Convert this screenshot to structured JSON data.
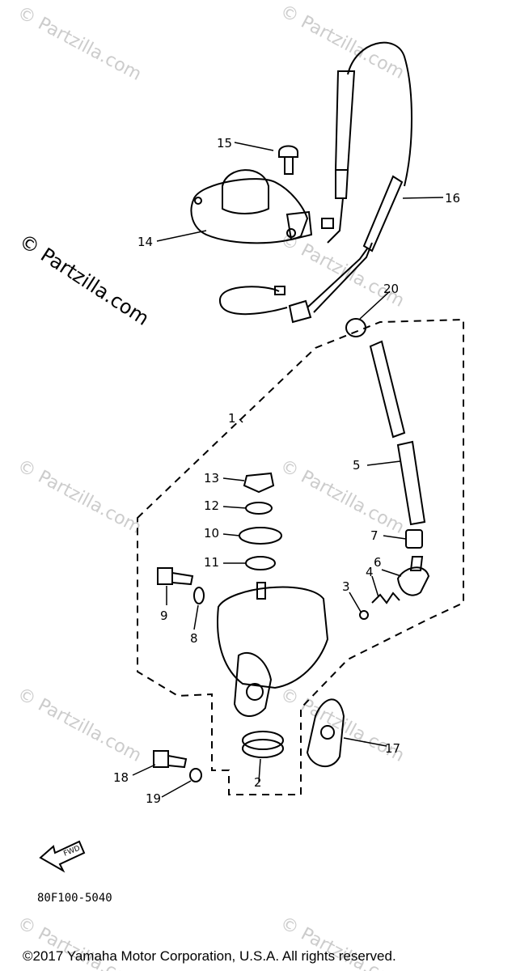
{
  "labels": {
    "p1": "1",
    "p2": "2",
    "p3": "3",
    "p4": "4",
    "p5": "5",
    "p6": "6",
    "p7": "7",
    "p8": "8",
    "p9": "9",
    "p10": "10",
    "p11": "11",
    "p12": "12",
    "p13": "13",
    "p14": "14",
    "p15": "15",
    "p16": "16",
    "p17": "17",
    "p18": "18",
    "p19": "19",
    "p20": "20"
  },
  "arrow_text": "FWD",
  "part_number": "80F100-5040",
  "watermark_main": "© Partzilla.com",
  "watermark_faint": "© Partzilla.com",
  "copyright": "©2017  Yamaha Motor Corporation, U.S.A. All rights reserved."
}
